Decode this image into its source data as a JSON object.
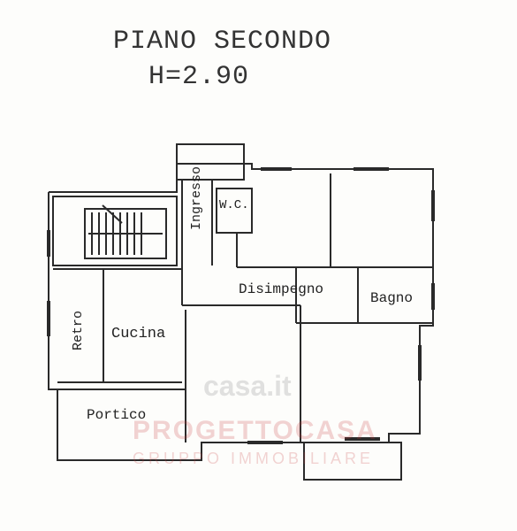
{
  "title": "PIANO SECONDO",
  "height_label": "H=2.90",
  "rooms": {
    "wc": "W.C.",
    "ingresso": "Ingresso",
    "disimpegno": "Disimpegno",
    "bagno": "Bagno",
    "retro": "Retro",
    "cucina": "Cucina",
    "portico": "Portico"
  },
  "watermark": {
    "site": "casa.it",
    "brand": "PROGETTOCASA",
    "subtitle": "GRUPPO IMMOBILIARE"
  },
  "colors": {
    "ink": "#2a2a2a",
    "watermark": "#c83c3c"
  }
}
